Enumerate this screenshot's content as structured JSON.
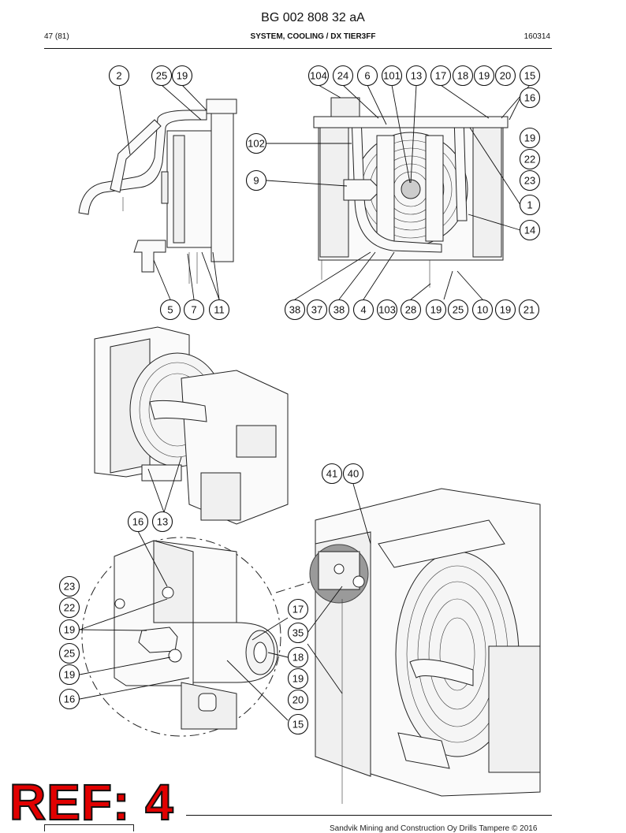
{
  "header": {
    "doc_id": "BG 002 808 32 aA",
    "page": "47 (81)",
    "section": "SYSTEM, COOLING / DX TIER3FF",
    "date_code": "160314"
  },
  "callouts": {
    "view_side": [
      "2",
      "25",
      "19",
      "5",
      "7",
      "11"
    ],
    "view_front_top": [
      "104",
      "24",
      "6",
      "101",
      "13",
      "17",
      "18",
      "19",
      "20",
      "15",
      "16",
      "19",
      "22",
      "23",
      "1",
      "14",
      "102",
      "9"
    ],
    "view_front_bottom": [
      "38",
      "37",
      "38",
      "4",
      "103",
      "28",
      "19",
      "25",
      "10",
      "19",
      "21"
    ],
    "view_iso": [
      "16",
      "13"
    ],
    "view_detail_left": [
      "23",
      "22",
      "19",
      "25",
      "19",
      "16"
    ],
    "view_detail_right": [
      "17",
      "35",
      "18",
      "19",
      "20",
      "15"
    ],
    "view_large": [
      "41",
      "40"
    ]
  },
  "stamp": {
    "text": "REF: 4",
    "color": "#e10000"
  },
  "footer": {
    "copyright": "Sandvik Mining and Construction Oy Drills Tampere © 2016"
  }
}
